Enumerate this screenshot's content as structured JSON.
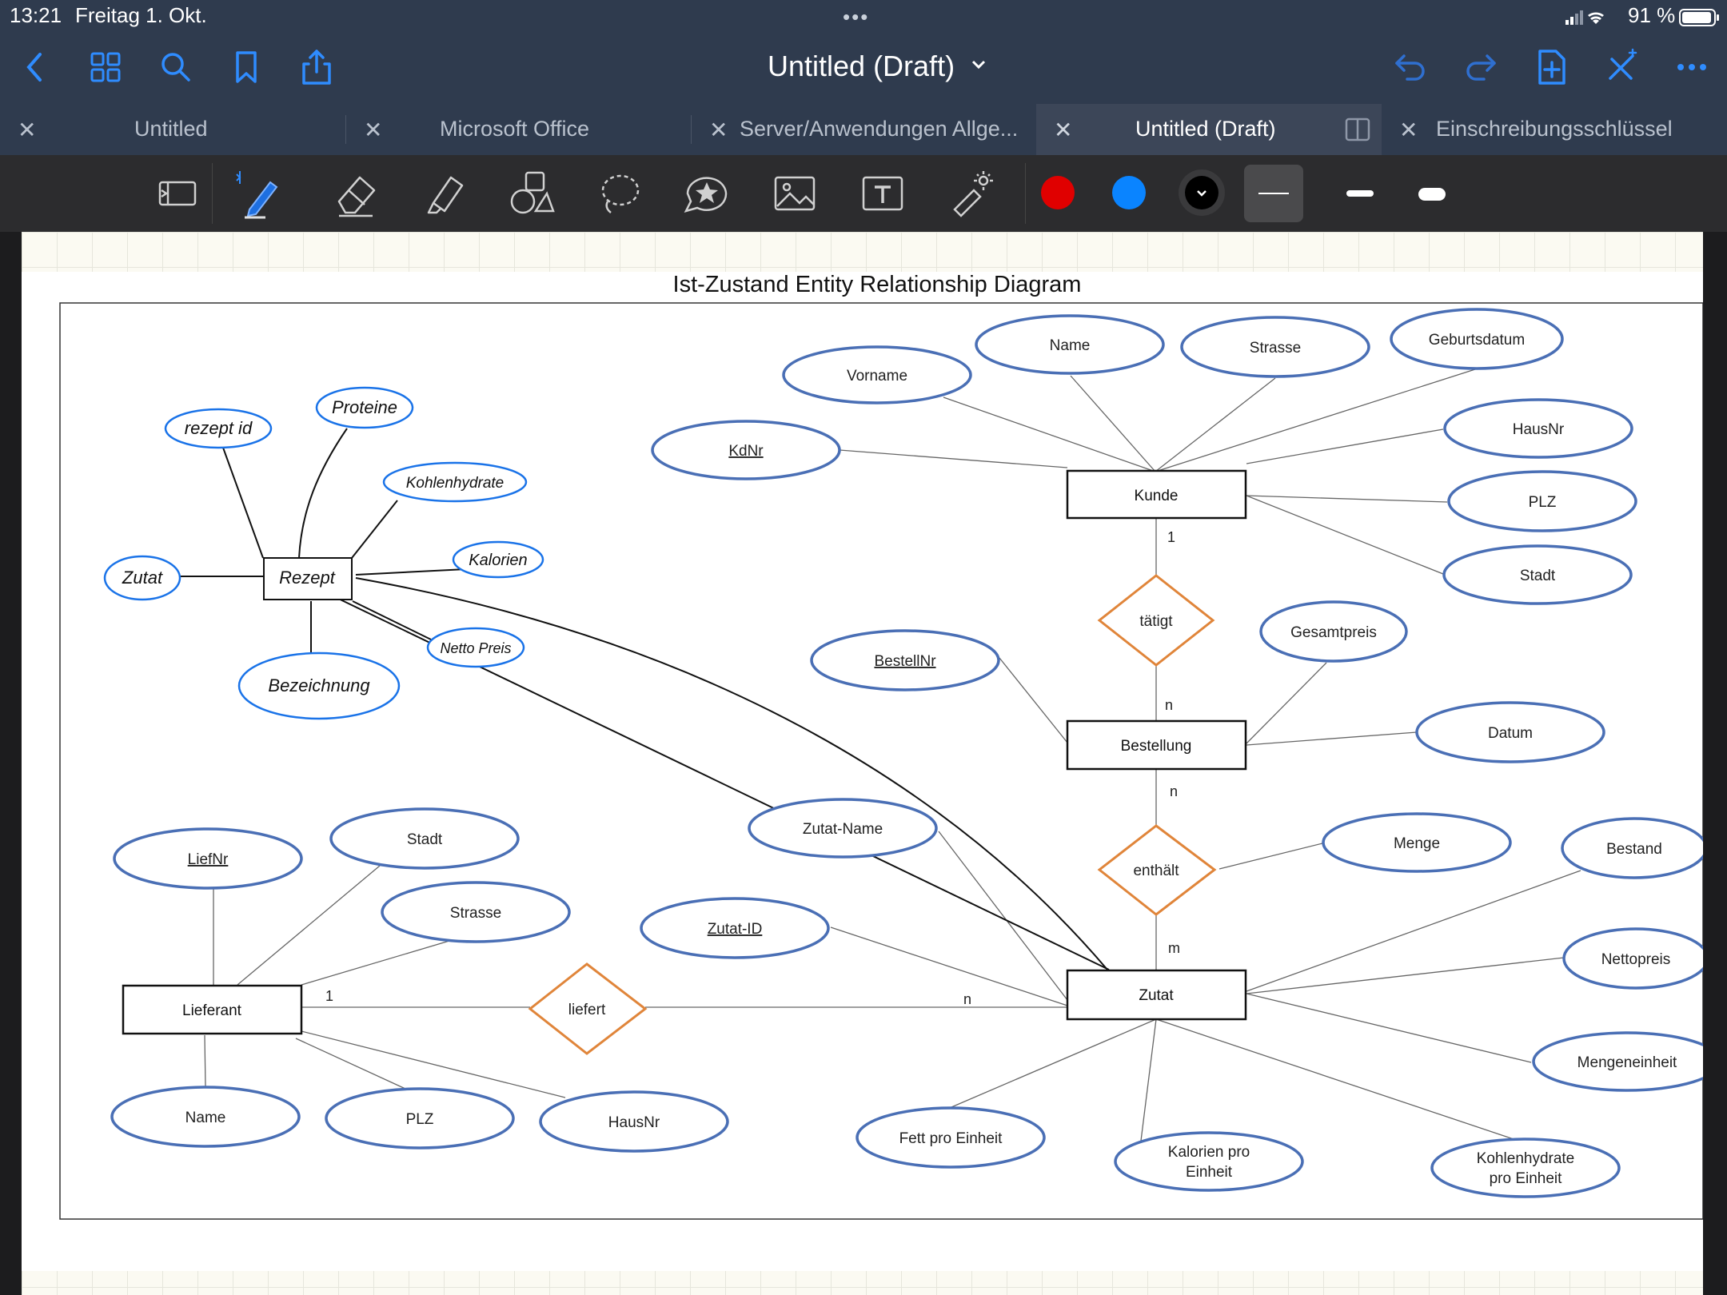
{
  "status_bar": {
    "time": "13:21",
    "date": "Freitag 1. Okt.",
    "dots": "•••",
    "battery": "91 %"
  },
  "nav": {
    "title": "Untitled (Draft)",
    "icons": [
      "back-icon",
      "grid-icon",
      "search-icon",
      "bookmark-icon",
      "share-icon",
      "undo-icon",
      "redo-icon",
      "add-page-icon",
      "close-tool-icon",
      "more-icon"
    ]
  },
  "tabs": [
    {
      "label": "Untitled",
      "active": false
    },
    {
      "label": "Microsoft Office",
      "active": false
    },
    {
      "label": "Server/Anwendungen Allge...",
      "active": false
    },
    {
      "label": "Untitled (Draft)",
      "active": true
    },
    {
      "label": "Einschreibungsschlüssel",
      "active": false
    }
  ],
  "toolbar": {
    "tools": [
      "page-layout-icon",
      "pen-icon",
      "eraser-icon",
      "highlighter-icon",
      "shapes-icon",
      "lasso-icon",
      "sticker-icon",
      "image-icon",
      "text-icon",
      "laser-pointer-icon"
    ],
    "colors": [
      "#e00000",
      "#0a84ff",
      "#000000"
    ],
    "stroke_widths": [
      "thin",
      "medium",
      "thick"
    ]
  },
  "diagram": {
    "title": "Ist-Zustand Entity Relationship Diagram",
    "entities": [
      "Kunde",
      "Bestellung",
      "Zutat",
      "Lieferant"
    ],
    "relationships": [
      "tätigt",
      "enthält",
      "liefert"
    ],
    "attributes": {
      "kunde": [
        "Vorname",
        "Name",
        "Strasse",
        "Geburtsdatum",
        "KdNr",
        "HausNr",
        "PLZ",
        "Stadt"
      ],
      "bestellung": [
        "BestellNr",
        "Gesamtpreis",
        "Datum"
      ],
      "enthaelt": [
        "Menge"
      ],
      "zutat": [
        "Zutat-Name",
        "Zutat-ID",
        "Bestand",
        "Nettopreis",
        "Mengeneinheit",
        "Fett pro Einheit",
        "Kalorien pro",
        "Einheit",
        "Kohlenhydrate",
        "pro Einheit"
      ],
      "lieferant": [
        "LiefNr",
        "Stadt",
        "Strasse",
        "Name",
        "PLZ",
        "HausNr"
      ]
    },
    "cardinalities": [
      "1",
      "n",
      "n",
      "m",
      "1",
      "n"
    ],
    "handwritten": {
      "entity": "Rezept",
      "attributes": [
        "rezept id",
        "Proteine",
        "Kohlenhydrate",
        "Kalorien",
        "Zutat",
        "Netto Preis",
        "Bezeichnung"
      ]
    },
    "colors": {
      "attribute": "#4a6fb5",
      "relationship": "#e0853a",
      "handwriting": "#1a73e8"
    }
  }
}
